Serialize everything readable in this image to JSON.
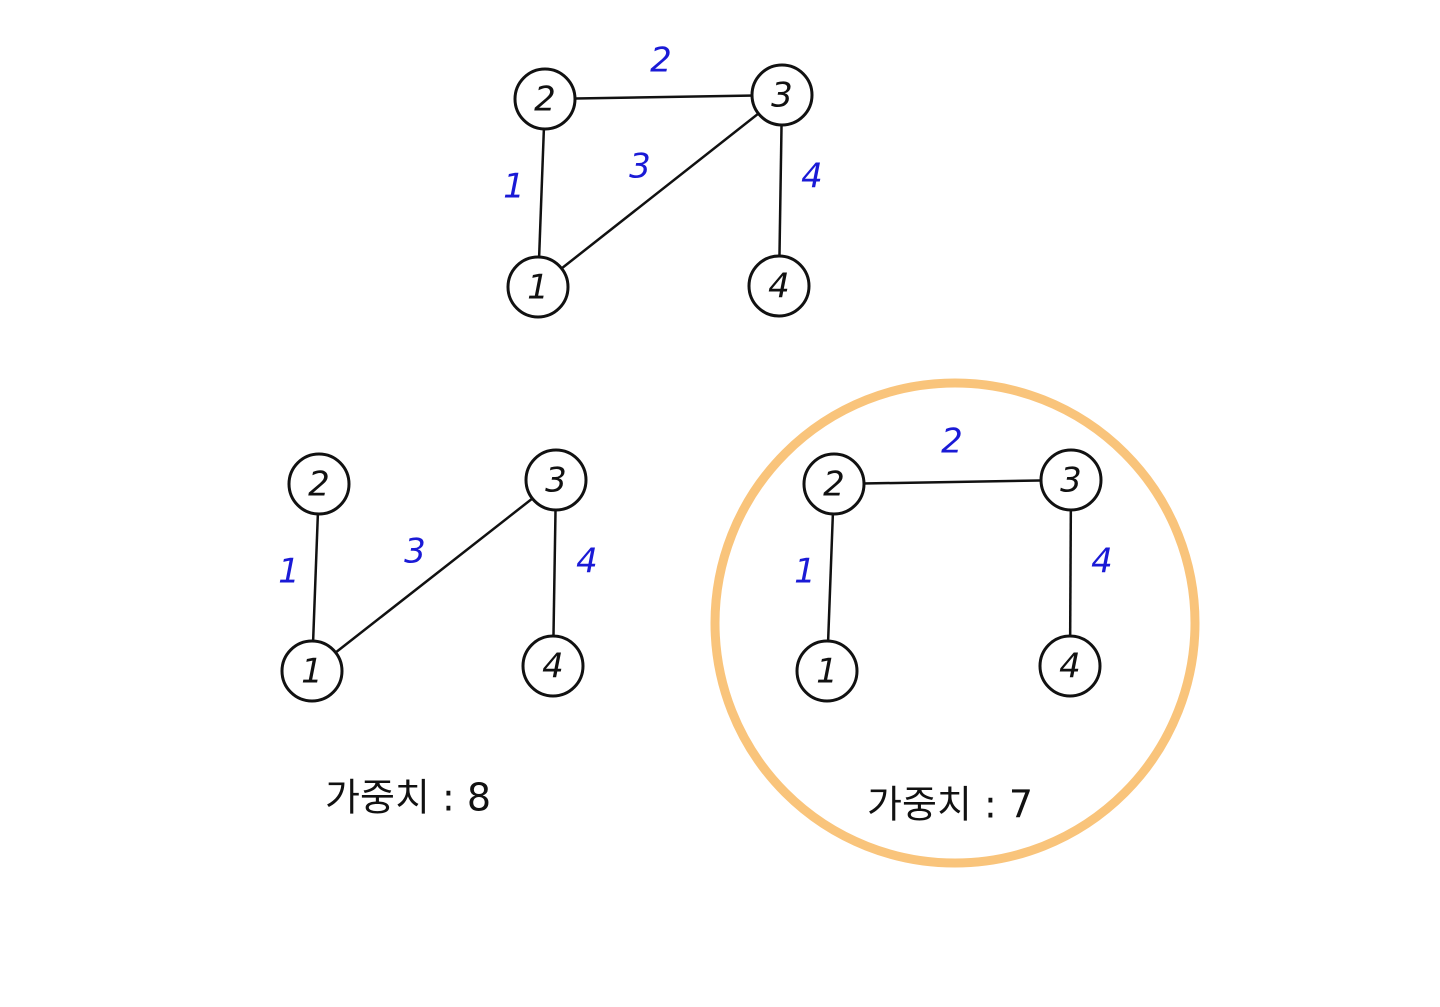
{
  "colors": {
    "ink": "#111111",
    "weight": "#1a1ad6",
    "highlight": "#f9c47b"
  },
  "graphs": [
    {
      "id": "original",
      "nodes": [
        "2",
        "3",
        "1",
        "4"
      ],
      "edges": [
        {
          "from": "2",
          "to": "3",
          "weight": "2"
        },
        {
          "from": "2",
          "to": "1",
          "weight": "1"
        },
        {
          "from": "1",
          "to": "3",
          "weight": "3"
        },
        {
          "from": "3",
          "to": "4",
          "weight": "4"
        }
      ],
      "total": "",
      "highlighted": false
    },
    {
      "id": "spanning-tree-a",
      "nodes": [
        "2",
        "3",
        "1",
        "4"
      ],
      "edges": [
        {
          "from": "2",
          "to": "1",
          "weight": "1"
        },
        {
          "from": "1",
          "to": "3",
          "weight": "3"
        },
        {
          "from": "3",
          "to": "4",
          "weight": "4"
        }
      ],
      "total": "가중치 : 8",
      "highlighted": false
    },
    {
      "id": "spanning-tree-b",
      "nodes": [
        "2",
        "3",
        "1",
        "4"
      ],
      "edges": [
        {
          "from": "2",
          "to": "3",
          "weight": "2"
        },
        {
          "from": "2",
          "to": "1",
          "weight": "1"
        },
        {
          "from": "3",
          "to": "4",
          "weight": "4"
        }
      ],
      "total": "가중치 : 7",
      "highlighted": true
    }
  ]
}
